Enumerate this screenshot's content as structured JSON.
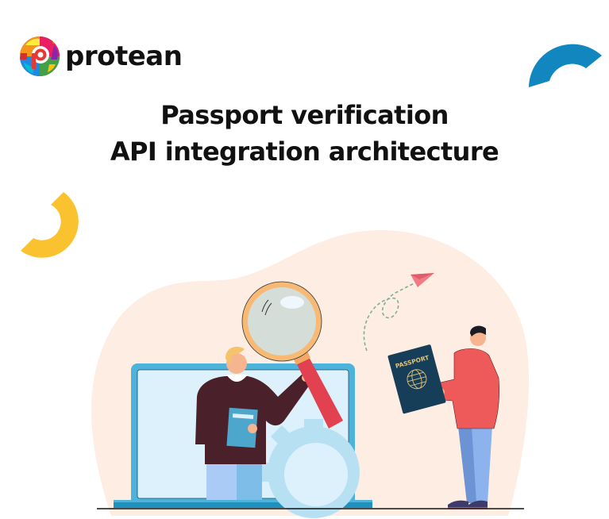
{
  "brand": {
    "name": "protean",
    "logo_icon": "protean-p-globe-icon"
  },
  "heading": {
    "line1": "Passport verification",
    "line2": "API integration architecture"
  },
  "illustration": {
    "passport_label": "PASSPORT",
    "elements": [
      "laptop",
      "man-with-magnifying-glass",
      "man-holding-passport",
      "paper-plane",
      "gear"
    ]
  },
  "colors": {
    "blue_arc": "#1287BF",
    "yellow_arc": "#F9C22E",
    "blob": "#FDEDE2",
    "laptop": "#4DB3DA",
    "screen": "#DCF1FB",
    "passport": "#173E58",
    "hoodie": "#EE5A5A",
    "sweater": "#4A202B",
    "magnifier_handle": "#E2424F"
  }
}
